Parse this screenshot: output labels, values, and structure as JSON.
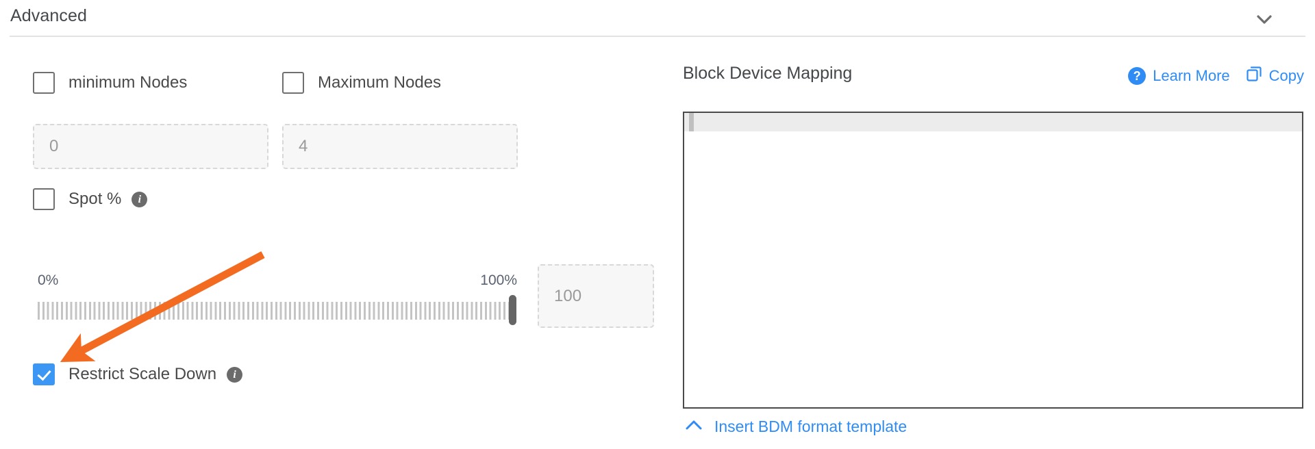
{
  "section": {
    "title": "Advanced",
    "collapse_icon": "chevron-down-icon"
  },
  "left_panel": {
    "min_nodes": {
      "label": "minimum Nodes",
      "checked": false,
      "input_placeholder": "0",
      "input_value": ""
    },
    "max_nodes": {
      "label": "Maximum Nodes",
      "checked": false,
      "input_placeholder": "4",
      "input_value": ""
    },
    "spot_percent": {
      "label": "Spot %",
      "checked": false,
      "info_icon": "info-icon"
    },
    "slider": {
      "min_label": "0%",
      "max_label": "100%",
      "value": 100,
      "min": 0,
      "max": 100,
      "value_input_placeholder": "100"
    },
    "restrict_scale_down": {
      "label": "Restrict Scale Down",
      "checked": true,
      "info_icon": "info-icon"
    }
  },
  "right_panel": {
    "title": "Block Device Mapping",
    "learn_more": {
      "label": "Learn More",
      "icon": "question-circle-icon"
    },
    "copy": {
      "label": "Copy",
      "icon": "copy-icon"
    },
    "editor": {
      "content": "",
      "active_line": 1
    },
    "insert_template": {
      "label": "Insert BDM format template",
      "icon": "chevron-up-icon"
    }
  },
  "annotation": {
    "type": "arrow",
    "color": "#F26B21",
    "points_at": "restrict-scale-down-checkbox"
  },
  "colors": {
    "accent_blue": "#2f8cf5",
    "checkbox_blue": "#3b97f3",
    "annotation_orange": "#F26B21",
    "text_dark": "#45484b",
    "muted": "#9a9a9a"
  }
}
